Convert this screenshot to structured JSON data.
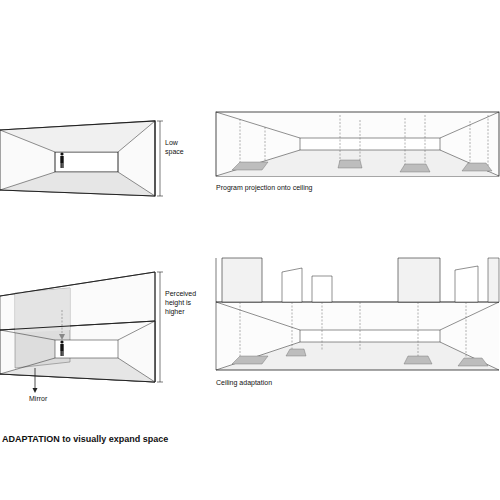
{
  "diagram": {
    "caption": "ADAPTATION to visually expand space",
    "labels": [
      "Low space",
      "Program projection onto ceiling",
      "Perceived height is higher",
      "Mirror",
      "Ceiling adaptation"
    ]
  }
}
